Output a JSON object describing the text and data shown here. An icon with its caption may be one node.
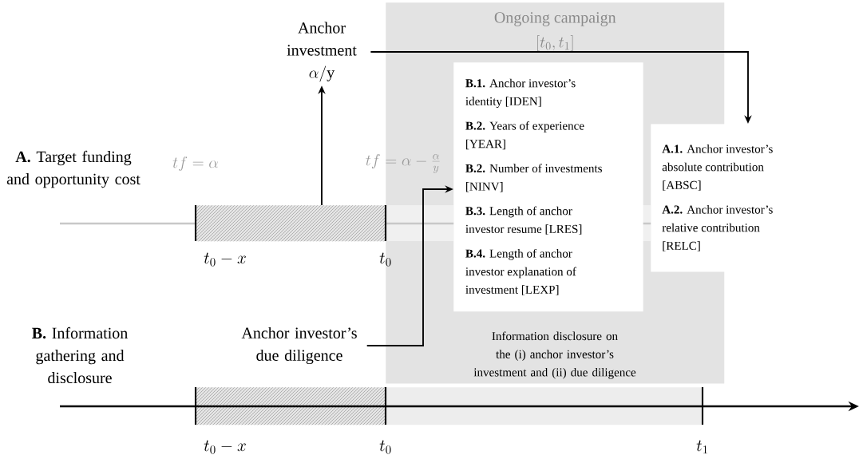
{
  "diagram": {
    "nodes": [
      {
        "text": [
          "Ongoing campaign",
          "[t_0, t_1]"
        ]
      },
      {
        "text": [
          "Anchor investment",
          "\\alpha/\\mathrm{y}"
        ]
      },
      {
        "text": [],
        "shape": "bar"
      },
      {
        "text": [
          "**B.1.** Anchor investor’s identity [IDEN]",
          "**B.2.** Years of experience [YEAR]",
          "**B.2.** Number of investments [NINV]",
          "**B.3.** Length of anchor investor resume [LRES]",
          "**B.4.** Length of anchor investor explanation of investment [LEXP]"
        ],
        "in": 0
      },
      {
        "text": [
          "**A.1.** Anchor investor’s absolute contribution [ABSC]",
          "**A.2.** Anchor investor’s relative contribution [RELC]"
        ]
      },
      {
        "text": [
          "Anchor investor’s due diligence"
        ]
      },
      {
        "text": [],
        "shape": "bar"
      },
      {
        "text": [],
        "shape": "bar"
      }
    ],
    "edges": [
      {
        "from": 2,
        "to": 1,
        "arrow": "to"
      },
      {
        "from": 1,
        "to": 4,
        "arrow": "to"
      },
      {
        "from": 5,
        "to": 3,
        "arrow": "to"
      }
    ],
    "labels": [
      "**A.** Target funding and opportunity cost",
      "tf = \\alpha",
      "tf = \\alpha - \\frac{\\alpha}{y}",
      "t_0 - x",
      "t_0",
      "**B.** Information gathering and disclosure",
      "Information disclosure on the (i) anchor investor’s investment and (ii) due diligence",
      "t_0 - x",
      "t_0",
      "t_1"
    ]
  }
}
